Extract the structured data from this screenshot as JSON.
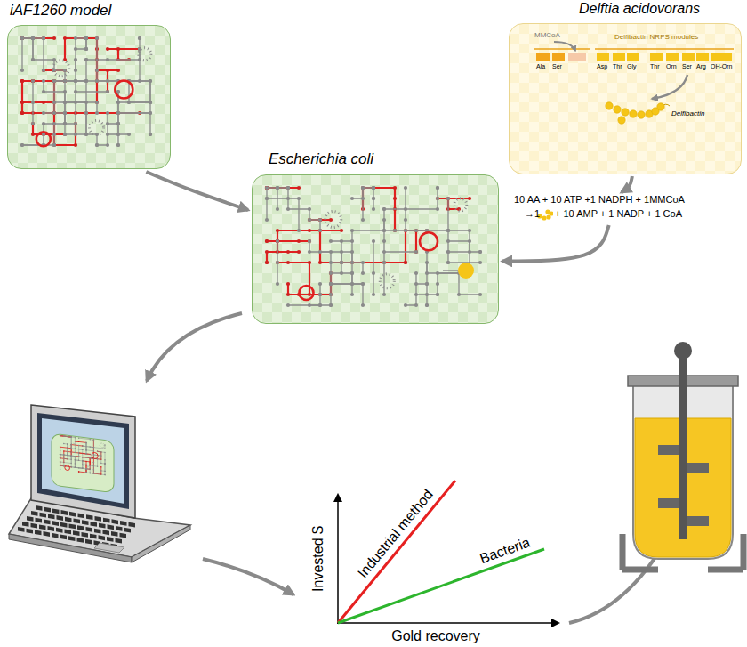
{
  "diagram": {
    "nodes": [
      {
        "text": [
          "iAF1260 model"
        ]
      },
      {
        "text": [
          "Delftia acidovorans",
          "MMCoA",
          "Delfibactin NRPS modules",
          "Ala",
          "Ser",
          "Asp",
          "Thr",
          "Gly",
          "Thr",
          "Orn",
          "Ser",
          "Arg",
          "OH-Orn",
          "Delfibactin"
        ]
      },
      {
        "text": [
          "Escherichia coli"
        ]
      },
      {
        "text": [
          "10 AA + 10 ATP +1 NADPH + 1MMCoA",
          "→1",
          "+ 10 AMP + 1 NADP + 1 CoA"
        ]
      }
    ],
    "edges": [
      {
        "from": 0,
        "to": 2,
        "arrow": "to"
      },
      {
        "from": 1,
        "to": 3,
        "arrow": "to"
      },
      {
        "from": 3,
        "to": 2,
        "arrow": "to"
      }
    ],
    "labels": [
      "Invested $",
      "Industrial method",
      "Bacteria",
      "Gold recovery"
    ]
  }
}
